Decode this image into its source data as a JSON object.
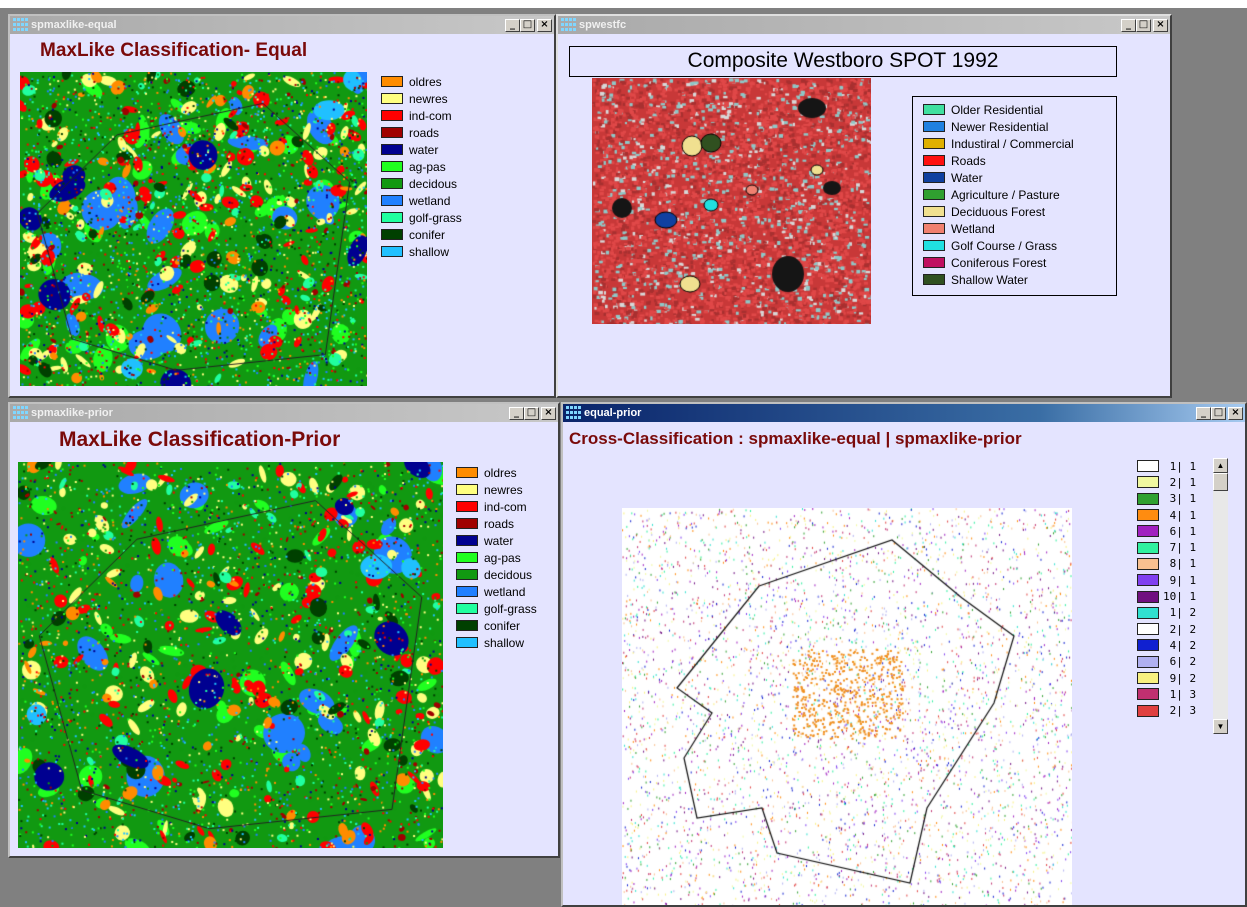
{
  "windows": {
    "equal": {
      "title": "spmaxlike-equal",
      "map_title": "MaxLike Classification- Equal",
      "legend": [
        {
          "label": "oldres",
          "color": "#ff8c00"
        },
        {
          "label": "newres",
          "color": "#ffff80"
        },
        {
          "label": "ind-com",
          "color": "#ff0000"
        },
        {
          "label": "roads",
          "color": "#a00000"
        },
        {
          "label": "water",
          "color": "#000090"
        },
        {
          "label": "ag-pas",
          "color": "#20ff20"
        },
        {
          "label": "decidous",
          "color": "#119911"
        },
        {
          "label": "wetland",
          "color": "#2080ff"
        },
        {
          "label": "golf-grass",
          "color": "#20ffa0"
        },
        {
          "label": "conifer",
          "color": "#004000"
        },
        {
          "label": "shallow",
          "color": "#20c0ff"
        }
      ]
    },
    "westfc": {
      "title": "spwestfc",
      "map_title": "Composite Westboro SPOT 1992",
      "legend": [
        {
          "label": "Older Residential",
          "color": "#40e0a0"
        },
        {
          "label": "Newer Residential",
          "color": "#2080e0"
        },
        {
          "label": "Industiral / Commercial",
          "color": "#e0b000"
        },
        {
          "label": "Roads",
          "color": "#ff1010"
        },
        {
          "label": "Water",
          "color": "#1040a0"
        },
        {
          "label": "Agriculture / Pasture",
          "color": "#30a030"
        },
        {
          "label": "Deciduous Forest",
          "color": "#f0e090"
        },
        {
          "label": "Wetland",
          "color": "#f08070"
        },
        {
          "label": "Golf Course / Grass",
          "color": "#20e0e0"
        },
        {
          "label": "Coniferous Forest",
          "color": "#c01060"
        },
        {
          "label": "Shallow Water",
          "color": "#305020"
        }
      ]
    },
    "prior": {
      "title": "spmaxlike-prior",
      "map_title": "MaxLike Classification-Prior",
      "legend": [
        {
          "label": "oldres",
          "color": "#ff8c00"
        },
        {
          "label": "newres",
          "color": "#ffff80"
        },
        {
          "label": "ind-com",
          "color": "#ff0000"
        },
        {
          "label": "roads",
          "color": "#a00000"
        },
        {
          "label": "water",
          "color": "#000090"
        },
        {
          "label": "ag-pas",
          "color": "#20ff20"
        },
        {
          "label": "decidous",
          "color": "#119911"
        },
        {
          "label": "wetland",
          "color": "#2080ff"
        },
        {
          "label": "golf-grass",
          "color": "#20ffa0"
        },
        {
          "label": "conifer",
          "color": "#004000"
        },
        {
          "label": "shallow",
          "color": "#20c0ff"
        }
      ]
    },
    "cross": {
      "title": "equal-prior",
      "map_title": "Cross-Classification : spmaxlike-equal | spmaxlike-prior",
      "legend": [
        {
          "label": " 1| 1",
          "color": "#ffffff"
        },
        {
          "label": " 2| 1",
          "color": "#f0f8a0"
        },
        {
          "label": " 3| 1",
          "color": "#30a030"
        },
        {
          "label": " 4| 1",
          "color": "#ff8c10"
        },
        {
          "label": " 6| 1",
          "color": "#a020c0"
        },
        {
          "label": " 7| 1",
          "color": "#30f0a0"
        },
        {
          "label": " 8| 1",
          "color": "#f8c090"
        },
        {
          "label": " 9| 1",
          "color": "#8040f0"
        },
        {
          "label": "10| 1",
          "color": "#701080"
        },
        {
          "label": " 1| 2",
          "color": "#30e0d0"
        },
        {
          "label": " 2| 2",
          "color": "#ffffff"
        },
        {
          "label": " 4| 2",
          "color": "#1020d0"
        },
        {
          "label": " 6| 2",
          "color": "#b0b0f0"
        },
        {
          "label": " 9| 2",
          "color": "#f8f080"
        },
        {
          "label": " 1| 3",
          "color": "#c03070"
        },
        {
          "label": " 2| 3",
          "color": "#e04040"
        }
      ]
    }
  },
  "controls": {
    "minimize": "_",
    "maximize": "□",
    "close": "×"
  },
  "scroll": {
    "up": "▲",
    "down": "▼"
  }
}
